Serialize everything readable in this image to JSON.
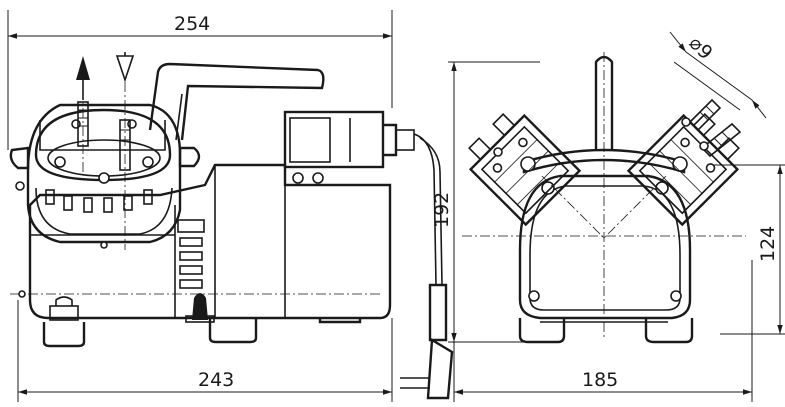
{
  "dimensions": {
    "overall_length": "254",
    "base_length": "243",
    "height": "192",
    "width": "185",
    "head_height": "124",
    "hose_diameter": "⌀9"
  },
  "colors": {
    "ink": "#1a1a1a",
    "paper": "#ffffff"
  },
  "icons": [
    "outlet-arrow-icon",
    "inlet-arrow-icon",
    "power-plug-icon"
  ]
}
